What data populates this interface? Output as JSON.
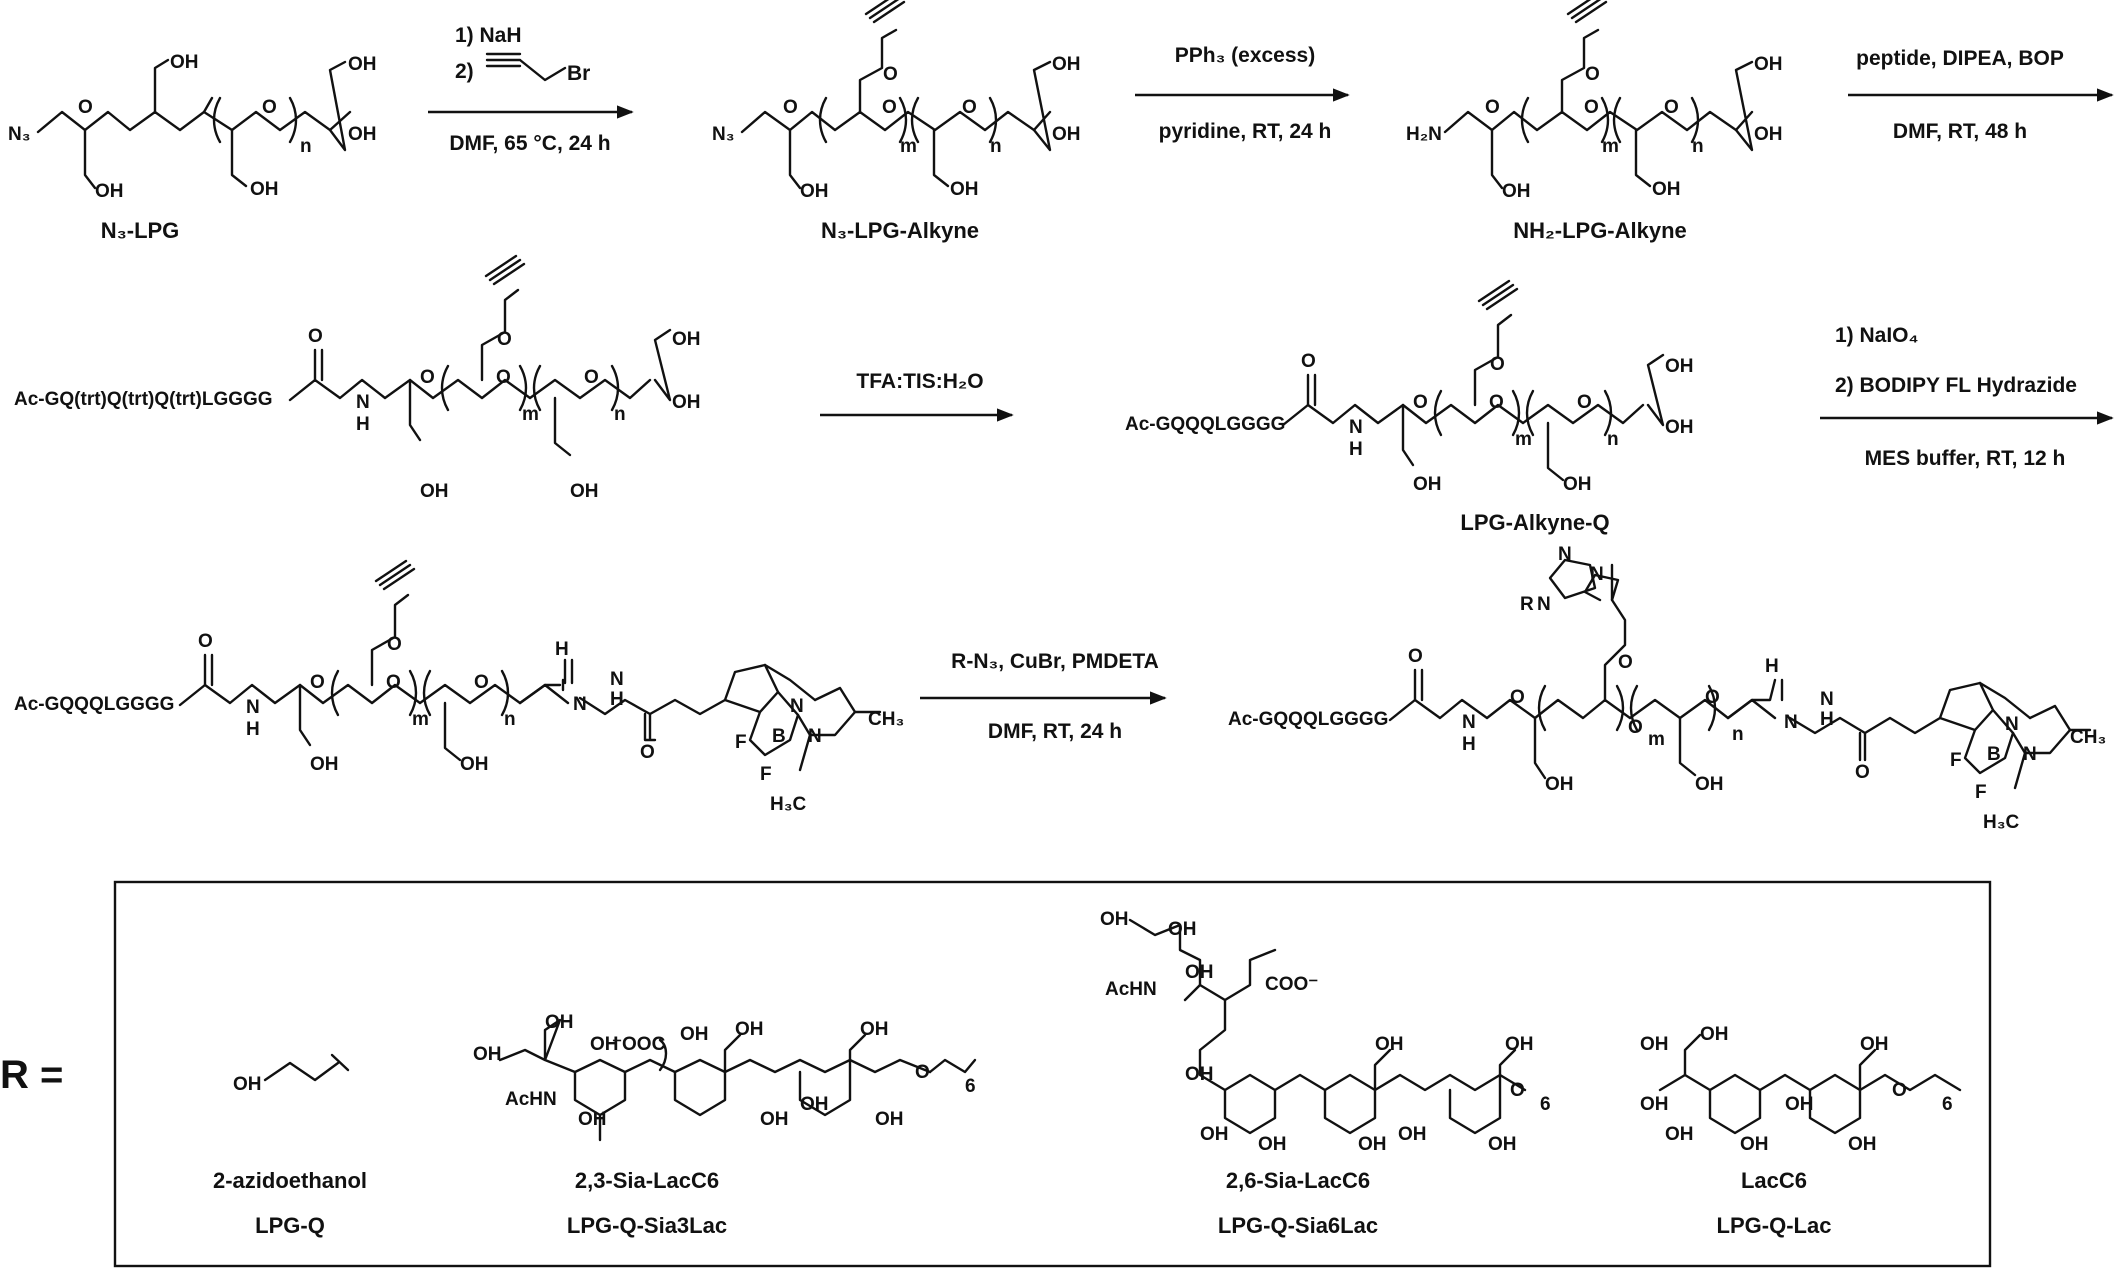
{
  "reaction_steps": [
    {
      "line1": "1) NaH",
      "line2_prefix": "2)",
      "reagent_atom": "Br",
      "line3": "DMF, 65 °C, 24 h"
    },
    {
      "line1": "PPh₃ (excess)",
      "line2": "pyridine, RT, 24 h"
    },
    {
      "line1": "peptide, DIPEA, BOP",
      "line2": "DMF, RT, 48 h"
    },
    {
      "line1": "TFA:TIS:H₂O"
    },
    {
      "line1": "1) NaIO₄",
      "line2": "2) BODIPY FL Hydrazide",
      "line3": "MES buffer, RT, 12 h"
    },
    {
      "line1": "R-N₃, CuBr, PMDETA",
      "line2": "DMF, RT, 24 h"
    }
  ],
  "compounds": [
    {
      "label": "N₃-LPG",
      "end_group": "N₃"
    },
    {
      "label": "N₃-LPG-Alkyne",
      "end_group": "N₃"
    },
    {
      "label": "NH₂-LPG-Alkyne",
      "end_group": "H₂N"
    },
    {
      "label": "",
      "end_group": "Ac-GQ(trt)Q(trt)Q(trt)LGGGG"
    },
    {
      "label": "LPG-Alkyne-Q",
      "end_group": "Ac-GQQQLGGGG"
    },
    {
      "label": "",
      "end_group": "Ac-GQQQLGGGG"
    },
    {
      "label": "",
      "end_group": "Ac-GQQQLGGGG"
    }
  ],
  "atoms": {
    "oh": "OH",
    "o": "O",
    "n": "N",
    "nh": "N",
    "h": "H",
    "b": "B",
    "f": "F",
    "ch3": "CH₃",
    "h3c": "H₃C",
    "r": "R",
    "oo": "O",
    "nn": "N",
    "index_n": "n",
    "index_m": "m",
    "index_6": "6",
    "acn": "AcHN",
    "coo": "COO⁻",
    "ooc": "⁻OOC"
  },
  "r_box": {
    "prefix": "R =",
    "groups": [
      {
        "name": "2-azidoethanol",
        "product": "LPG-Q"
      },
      {
        "name": "2,3-Sia-LacC6",
        "product": "LPG-Q-Sia3Lac"
      },
      {
        "name": "2,6-Sia-LacC6",
        "product": "LPG-Q-Sia6Lac"
      },
      {
        "name": "LacC6",
        "product": "LPG-Q-Lac"
      }
    ]
  }
}
